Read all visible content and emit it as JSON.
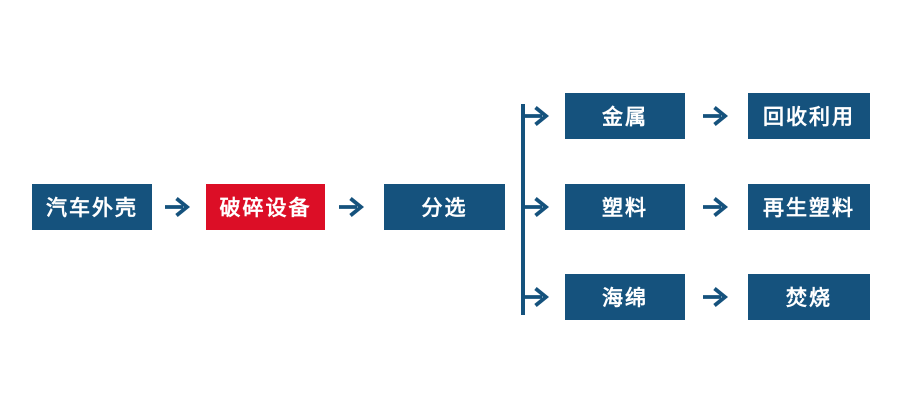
{
  "colors": {
    "node-blue": "#15527D",
    "node-red": "#DC0E26",
    "node-text": "#FFFFFF",
    "arrow": "#15527D",
    "bg": "#FFFFFF"
  },
  "flow": {
    "source": {
      "label": "汽车外壳"
    },
    "process": {
      "label": "破碎设备"
    },
    "sorting": {
      "label": "分选"
    }
  },
  "branches": [
    {
      "material": "金属",
      "outcome": "回收利用"
    },
    {
      "material": "塑料",
      "outcome": "再生塑料"
    },
    {
      "material": "海绵",
      "outcome": "焚烧"
    }
  ]
}
